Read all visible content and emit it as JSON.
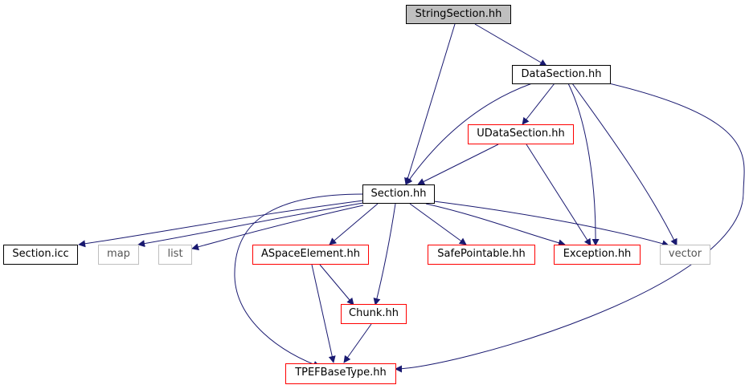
{
  "graph": {
    "edge_color": "#191970",
    "nodes": {
      "string_section": {
        "label": "StringSection.hh",
        "style": "root"
      },
      "data_section": {
        "label": "DataSection.hh",
        "style": "black"
      },
      "udata_section": {
        "label": "UDataSection.hh",
        "style": "red"
      },
      "section": {
        "label": "Section.hh",
        "style": "black"
      },
      "section_icc": {
        "label": "Section.icc",
        "style": "black"
      },
      "map": {
        "label": "map",
        "style": "gray"
      },
      "list": {
        "label": "list",
        "style": "gray"
      },
      "aspace_element": {
        "label": "ASpaceElement.hh",
        "style": "red"
      },
      "safe_pointable": {
        "label": "SafePointable.hh",
        "style": "red"
      },
      "exception": {
        "label": "Exception.hh",
        "style": "red"
      },
      "vector": {
        "label": "vector",
        "style": "gray"
      },
      "chunk": {
        "label": "Chunk.hh",
        "style": "red"
      },
      "tpef_base_type": {
        "label": "TPEFBaseType.hh",
        "style": "red"
      }
    },
    "colors": {
      "root_fill": "#bfbfbf",
      "red_border": "#ff0000",
      "gray_border": "#bfbfbf",
      "black_border": "#000000"
    }
  }
}
